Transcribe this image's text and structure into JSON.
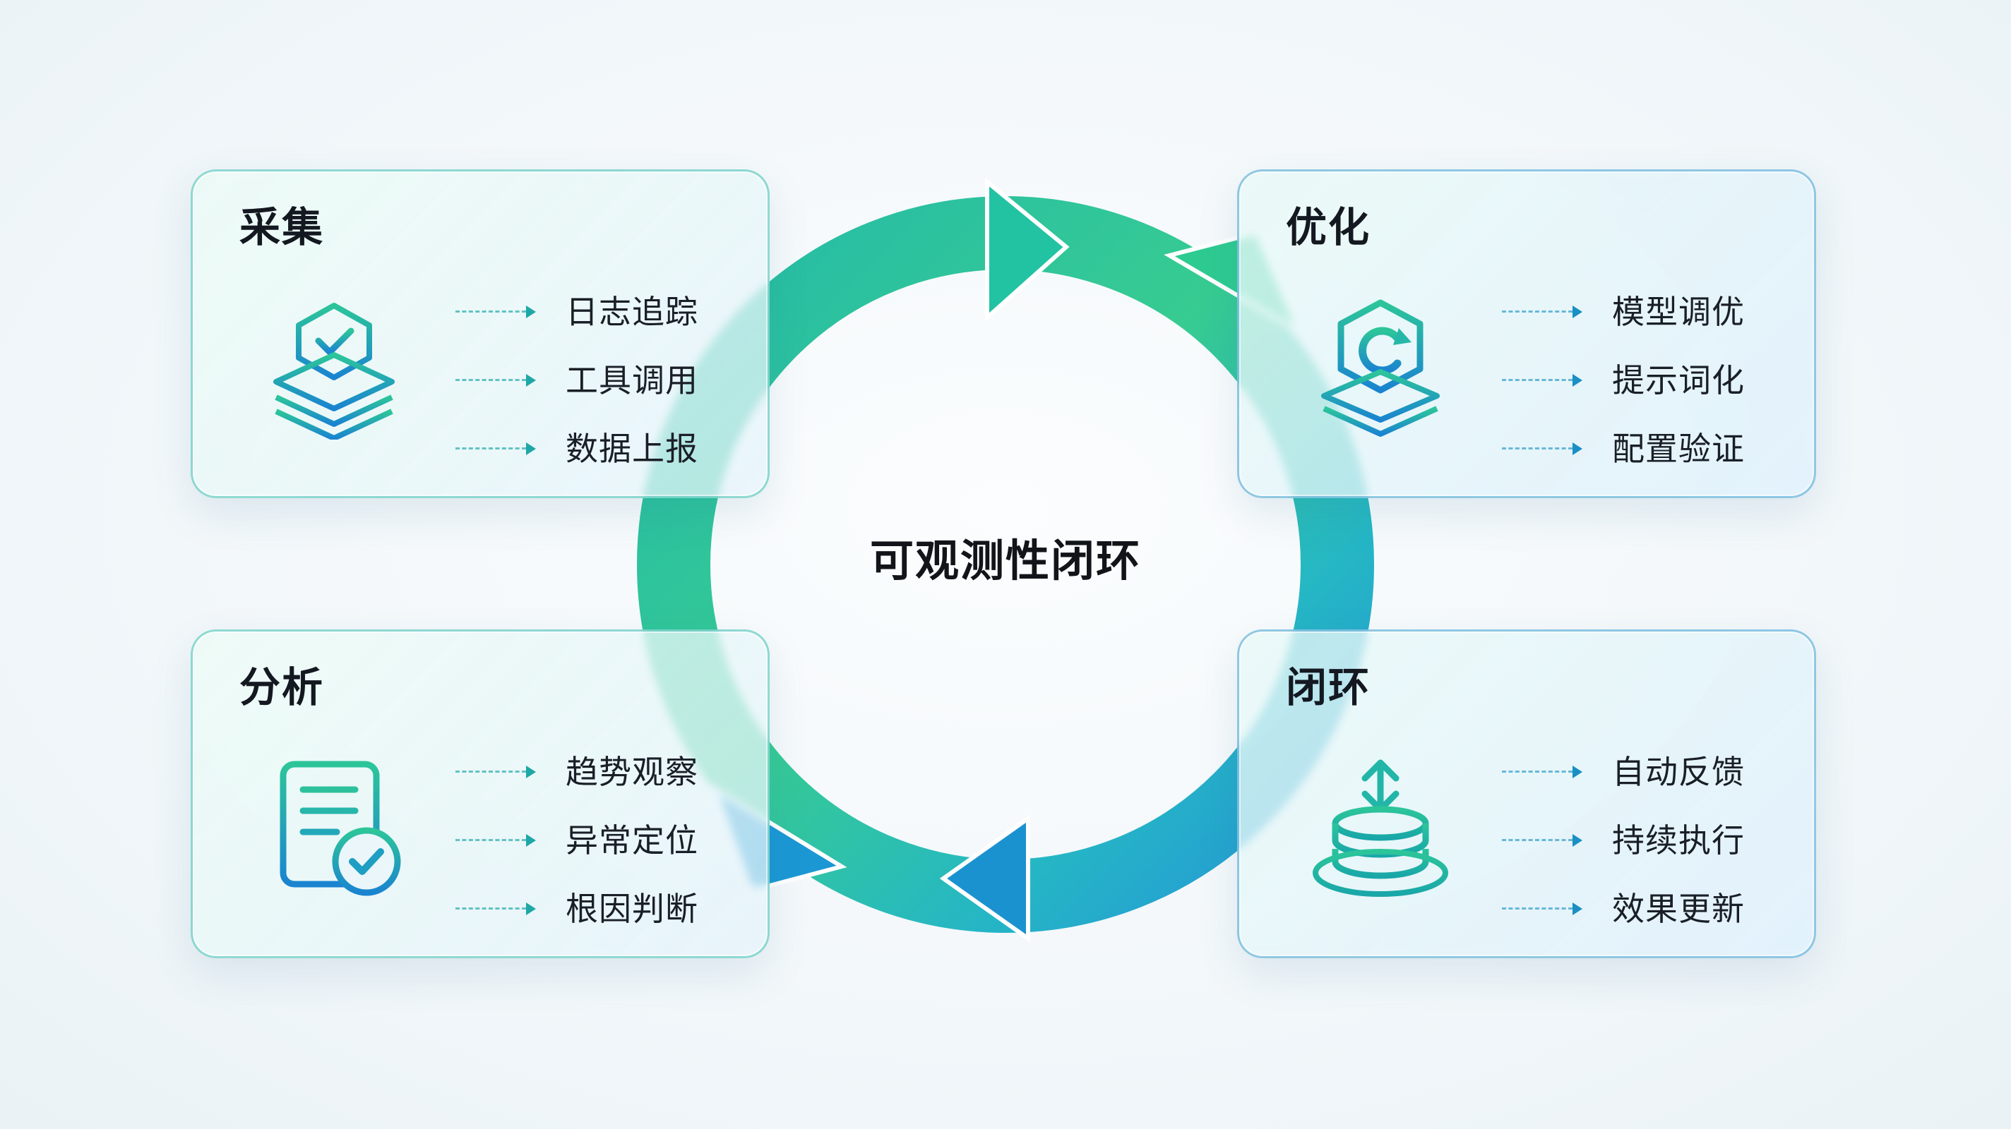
{
  "center": {
    "title": "可观测性闭环"
  },
  "colors": {
    "green": "#2dc98c",
    "teal": "#1fb6b0",
    "blue": "#1a8fd6"
  },
  "stages": [
    {
      "title": "采集",
      "icon": "layered-shield-check-icon",
      "items": [
        "日志追踪",
        "工具调用",
        "数据上报"
      ]
    },
    {
      "title": "优化",
      "icon": "layered-refresh-shield-icon",
      "items": [
        "模型调优",
        "提示词化",
        "配置验证"
      ]
    },
    {
      "title": "分析",
      "icon": "document-check-icon",
      "items": [
        "趋势观察",
        "异常定位",
        "根因判断"
      ]
    },
    {
      "title": "闭环",
      "icon": "stack-update-icon",
      "items": [
        "自动反馈",
        "持续执行",
        "效果更新"
      ]
    }
  ]
}
